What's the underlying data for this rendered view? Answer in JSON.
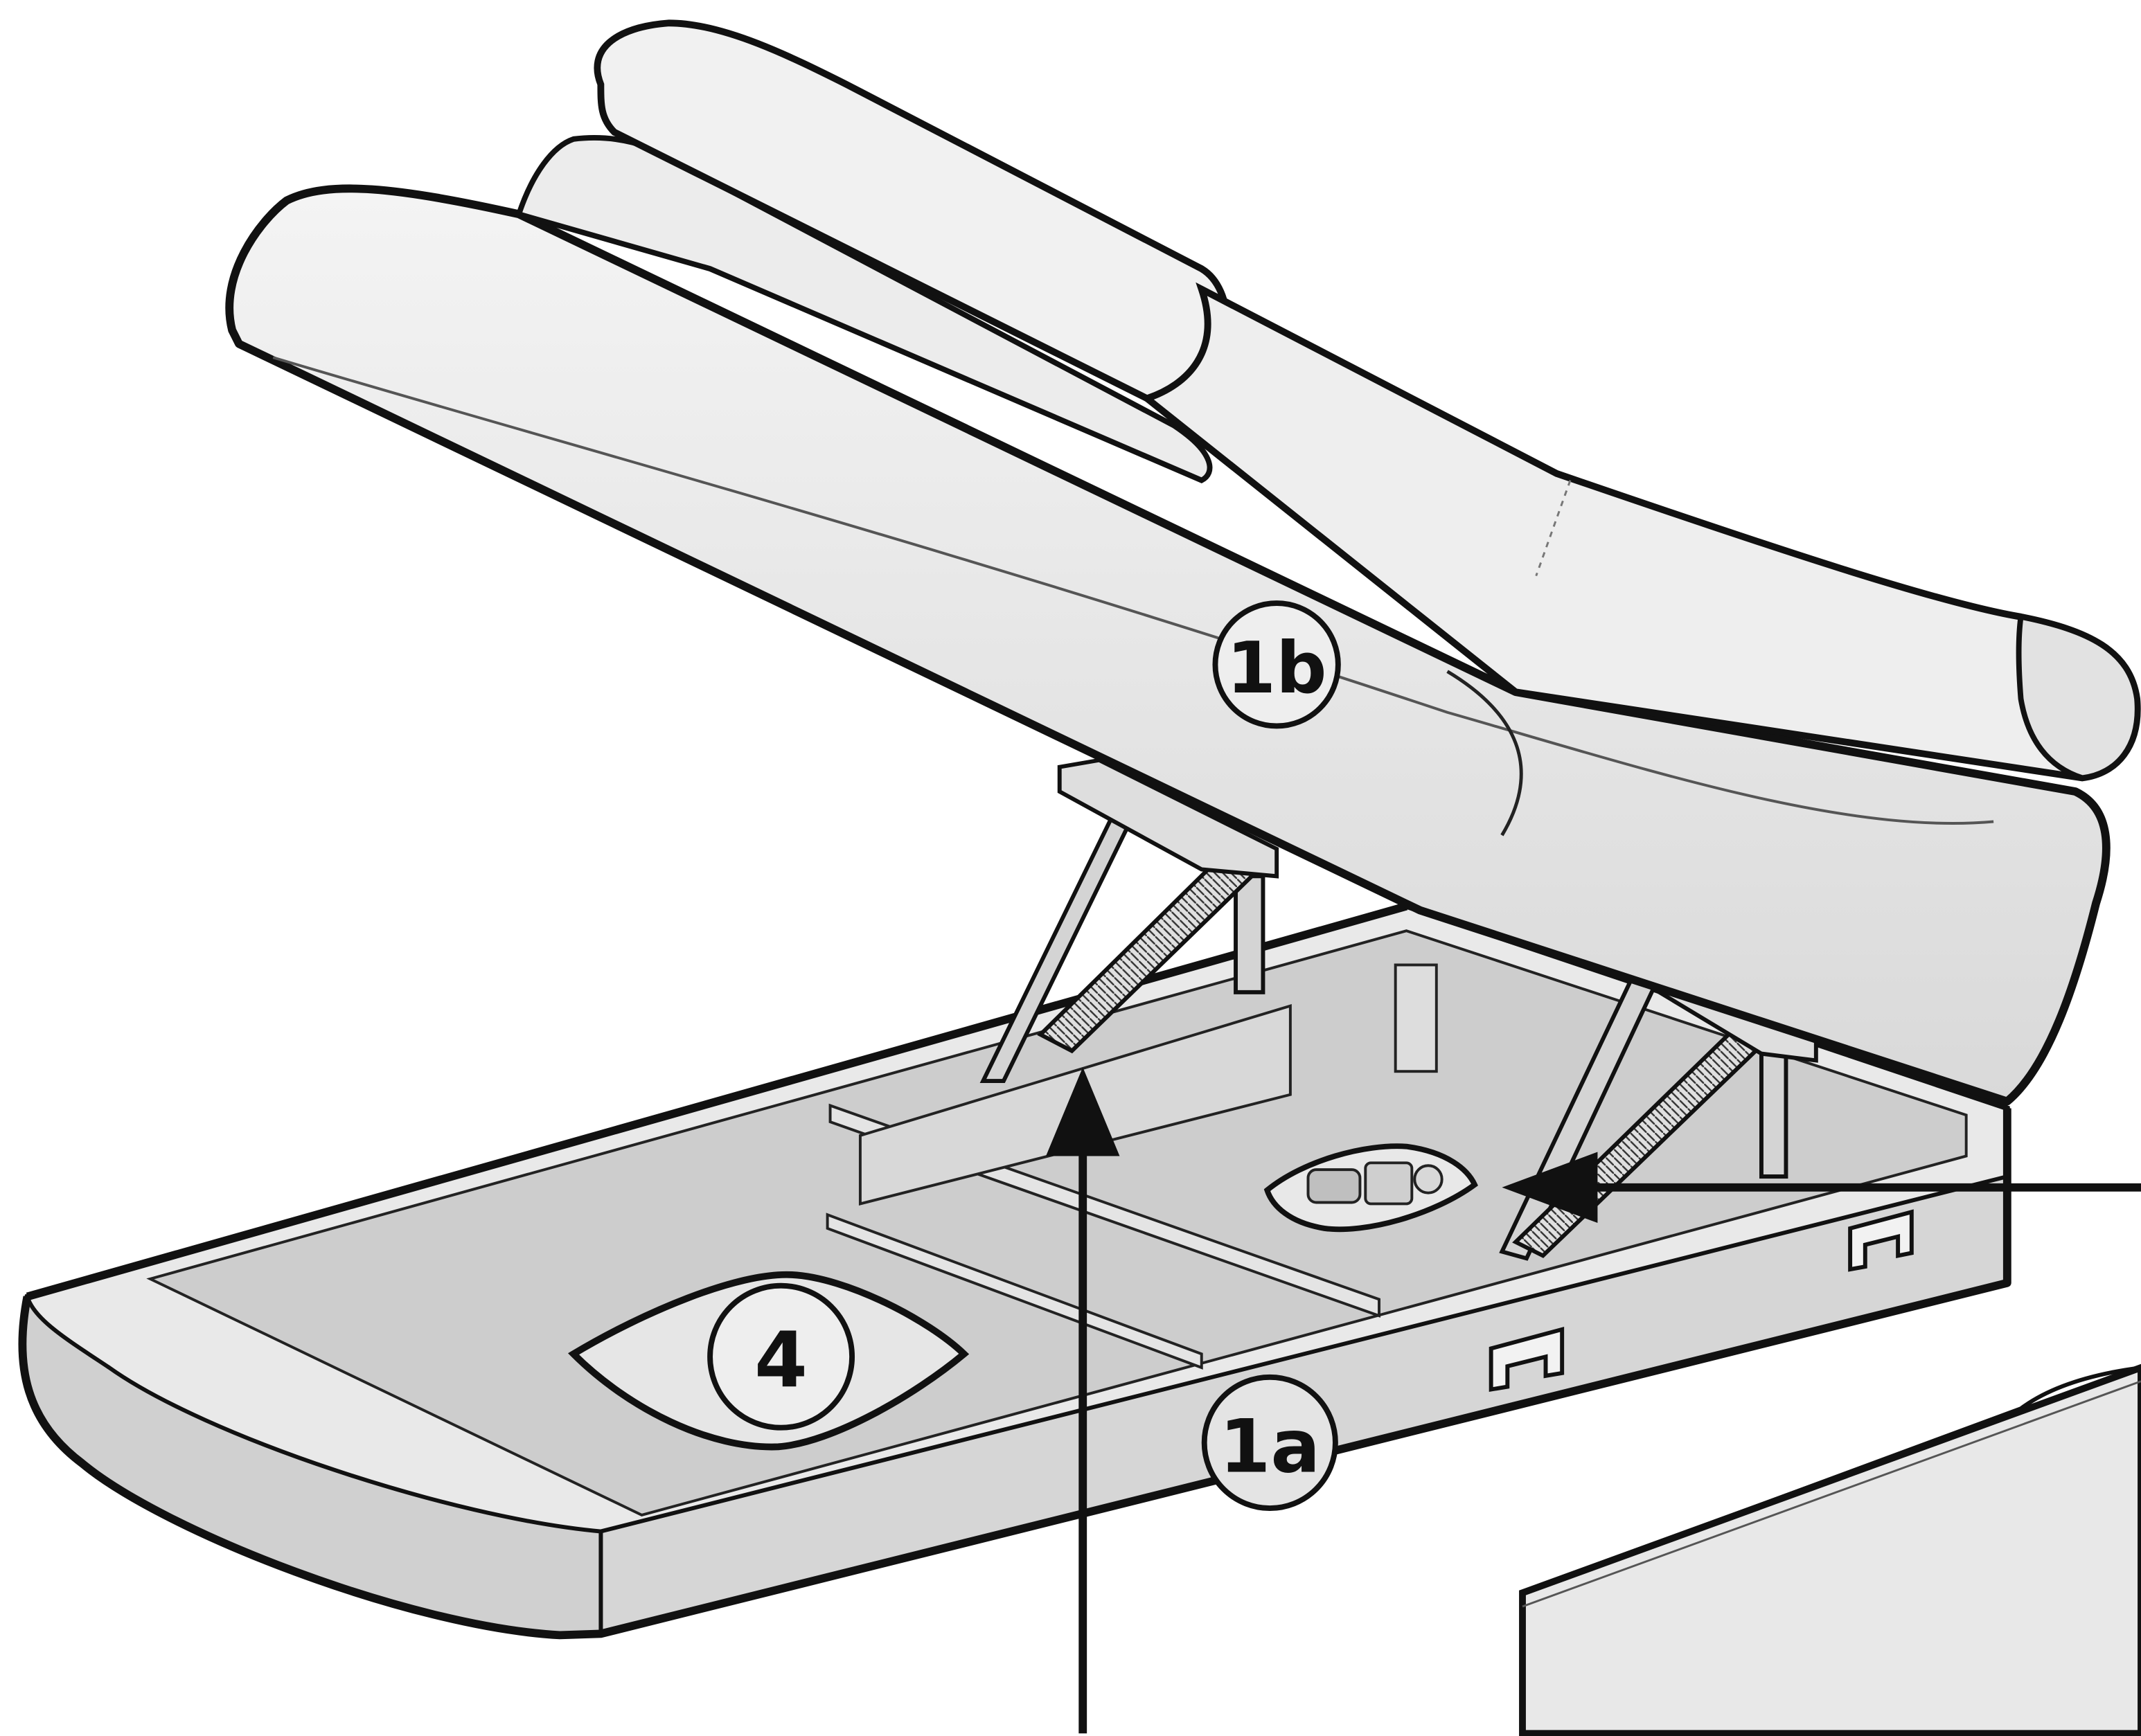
{
  "callouts": {
    "backrest_label": "1b",
    "base_label": "1a",
    "insert_label": "4"
  },
  "colors": {
    "outline": "#111111",
    "surface_light": "#eeeeee",
    "surface_mid": "#dcdcdc",
    "surface_dark": "#c4c4c4",
    "inner": "#cfcfcf",
    "metal": "#d0d0d0",
    "background": "#ffffff"
  }
}
